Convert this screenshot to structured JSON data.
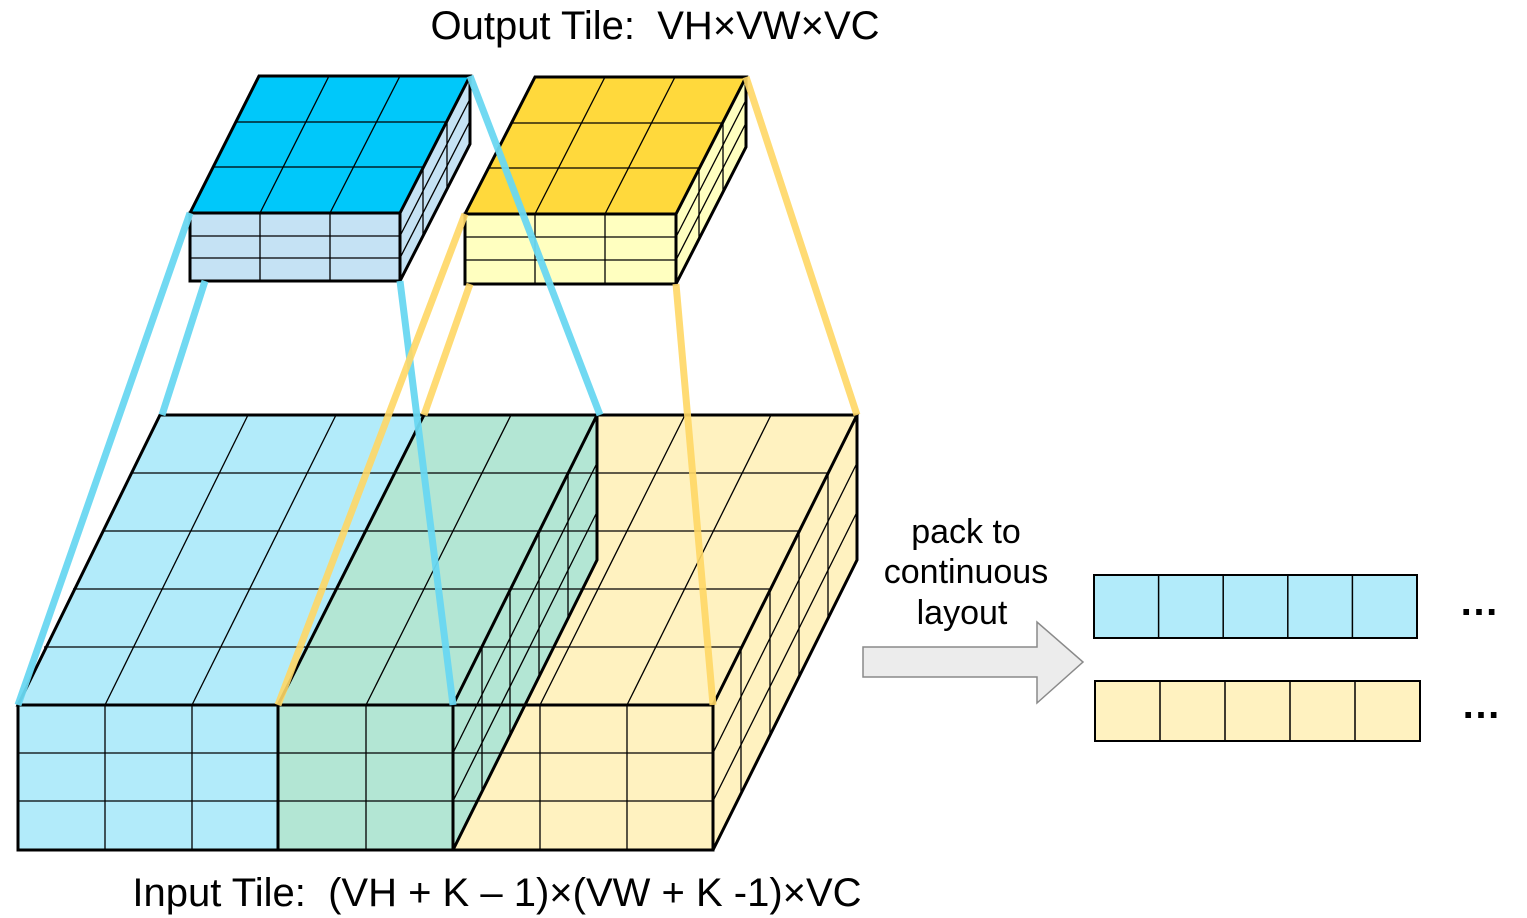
{
  "labels": {
    "output_title": "Output Tile:  VH×VW×VC",
    "input_title": "Input Tile:  (VH + K – 1)×(VW + K -1)×VC",
    "arrow_line1": "pack to",
    "arrow_line2": "continuous",
    "arrow_line3": "layout",
    "ellipsis_1": "…",
    "ellipsis_2": "…"
  },
  "colors": {
    "output_blue_top": "#00c8fa",
    "output_blue_side": "#c5e2f4",
    "output_yellow_top": "#ffd93c",
    "output_yellow_side": "#ffffc0",
    "input_blue": "#b2ebfa",
    "input_green": "#b3e6d4",
    "input_yellow": "#fff2c0",
    "connector_blue": "#6ad8f2",
    "connector_yellow": "#ffd866",
    "arrow_fill": "#ececec"
  },
  "icons": {
    "pack_arrow": "right-arrow-icon"
  }
}
